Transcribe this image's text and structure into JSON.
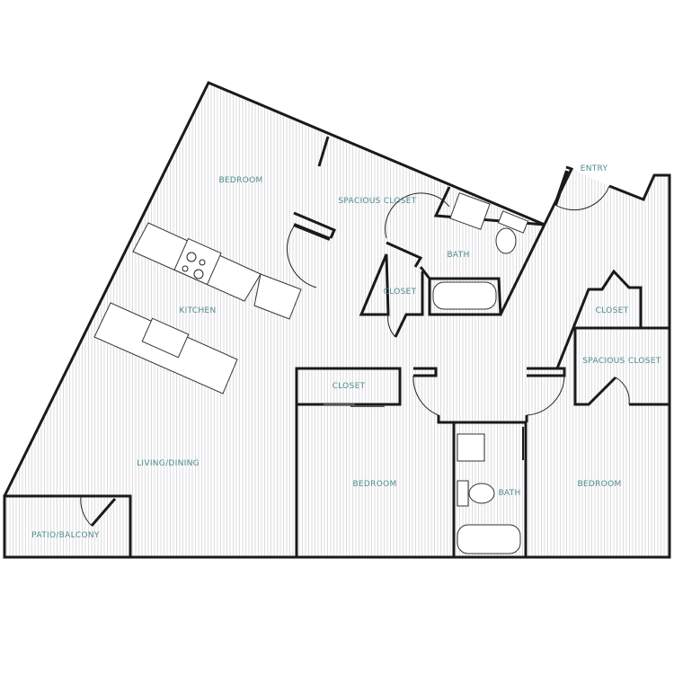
{
  "floorplan": {
    "rooms": {
      "bedroom_top": "BEDROOM",
      "spacious_closet_top": "SPACIOUS CLOSET",
      "bath_top": "BATH",
      "closet_top": "CLOSET",
      "entry": "ENTRY",
      "kitchen": "KITCHEN",
      "closet_right": "CLOSET",
      "spacious_closet_right": "SPACIOUS CLOSET",
      "closet_mid": "CLOSET",
      "living_dining": "LIVING/DINING",
      "bedroom_mid": "BEDROOM",
      "bath_bottom": "BATH",
      "bedroom_right": "BEDROOM",
      "patio": "PATIO/BALCONY"
    },
    "colors": {
      "label": "#4f8c8c",
      "wall": "#1a1a1a",
      "stripe": "#dcdce0"
    }
  }
}
